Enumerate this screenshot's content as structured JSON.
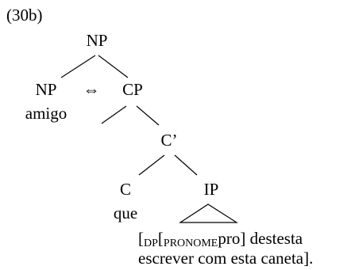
{
  "example_label": "(30b)",
  "nodes": {
    "root": "NP",
    "np_left": "NP",
    "np_left_word": "amigo",
    "equiv_symbol": "⇔",
    "cp": "CP",
    "c_bar": "C’",
    "c": "C",
    "c_word": "que",
    "ip": "IP"
  },
  "ip_content": {
    "open_bracket": "[",
    "dp_label": "DP",
    "inner_open": "[",
    "pronome_label": "PRONOME",
    "pro_word": "pro",
    "line1_rest": "] destesta",
    "line2": "escrever com esta caneta]."
  }
}
